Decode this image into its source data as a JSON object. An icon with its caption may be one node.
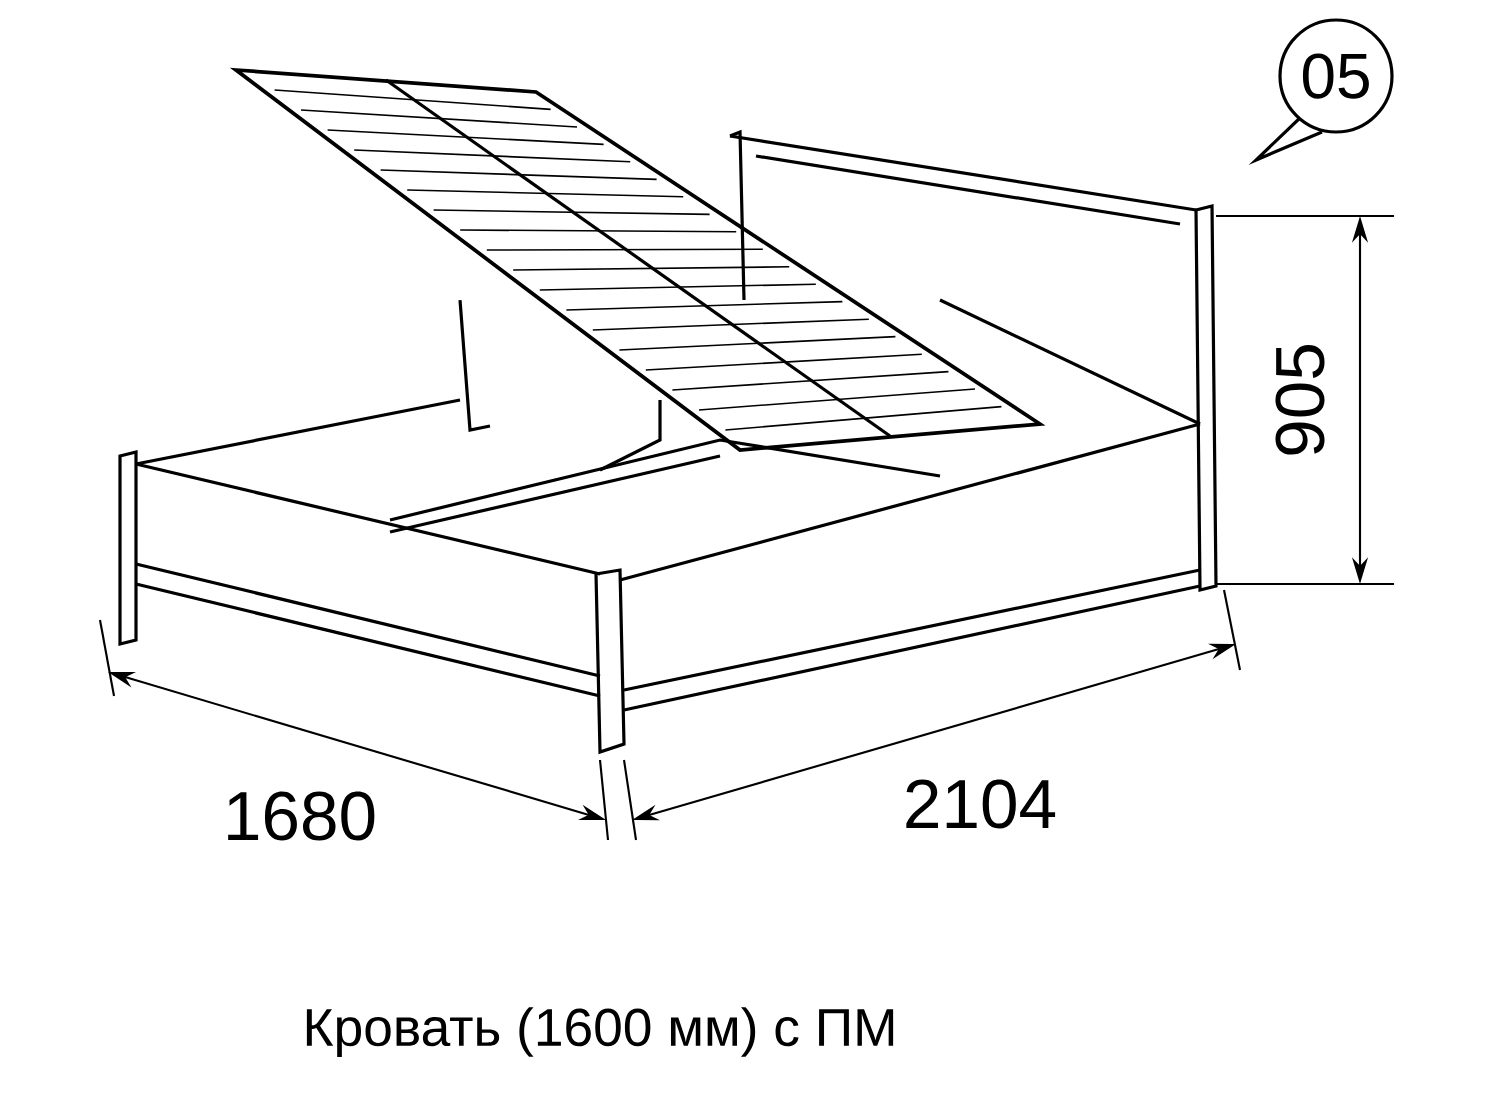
{
  "diagram": {
    "caption": "Кровать (1600 мм) с ПМ",
    "nodes": [
      {
        "text": [
          "05"
        ]
      }
    ],
    "labels": [
      "905",
      "1680",
      "2104"
    ]
  }
}
